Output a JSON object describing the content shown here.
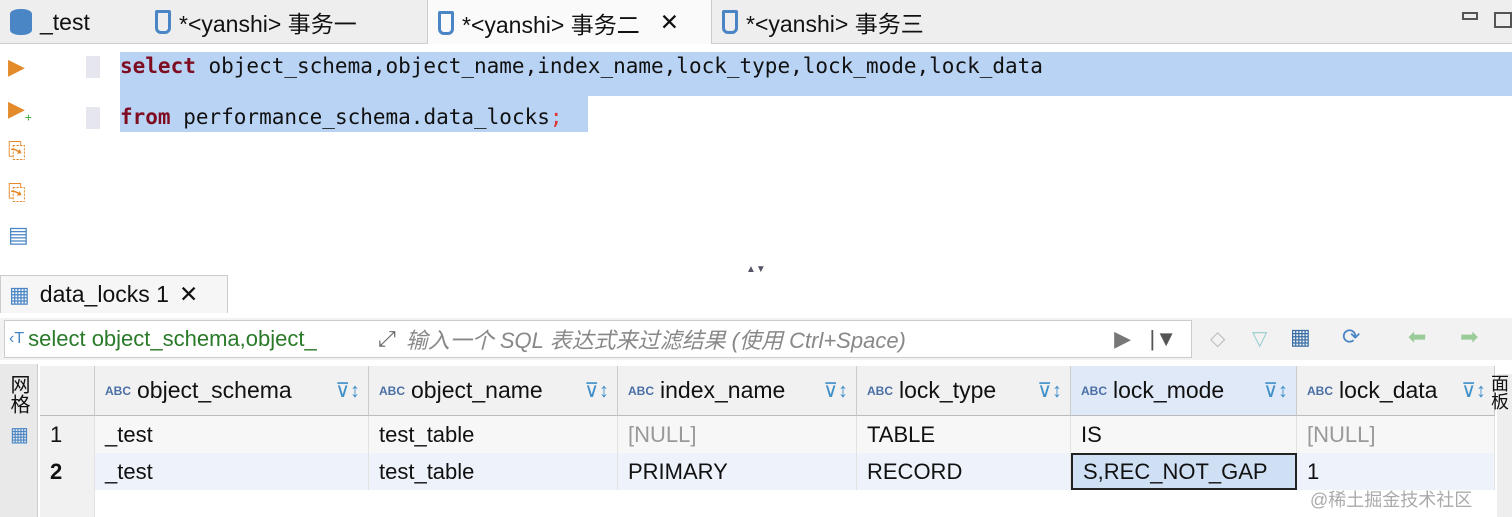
{
  "tabs": [
    {
      "label": "_test",
      "icon": "database-icon"
    },
    {
      "label": "*<yanshi> 事务一",
      "icon": "sql-script-icon"
    },
    {
      "label": "*<yanshi> 事务二",
      "icon": "sql-script-icon",
      "active": true,
      "close": "✕"
    },
    {
      "label": "*<yanshi> 事务三",
      "icon": "sql-script-icon"
    }
  ],
  "editor": {
    "line1_kw": "select",
    "line1_rest": " object_schema,object_name,index_name,lock_type,lock_mode,lock_data",
    "line2_kw": "from",
    "line2_rest": " performance_schema.data_locks",
    "line2_semi": ";"
  },
  "result_tab": {
    "label": "data_locks 1",
    "close": "✕"
  },
  "filter": {
    "query": "select object_schema,object_",
    "placeholder": "输入一个 SQL 表达式来过滤结果 (使用 Ctrl+Space)"
  },
  "side_tab": {
    "grid": "网格",
    "text": "面板"
  },
  "grid": {
    "type_badge": "ABC",
    "columns": [
      "object_schema",
      "object_name",
      "index_name",
      "lock_type",
      "lock_mode",
      "lock_data"
    ],
    "rows": [
      {
        "num": "1",
        "cells": [
          "_test",
          "test_table",
          "[NULL]",
          "TABLE",
          "IS",
          "[NULL]"
        ]
      },
      {
        "num": "2",
        "cells": [
          "_test",
          "test_table",
          "PRIMARY",
          "RECORD",
          "S,REC_NOT_GAP",
          "1"
        ]
      }
    ]
  },
  "watermark": "@稀土掘金技术社区"
}
